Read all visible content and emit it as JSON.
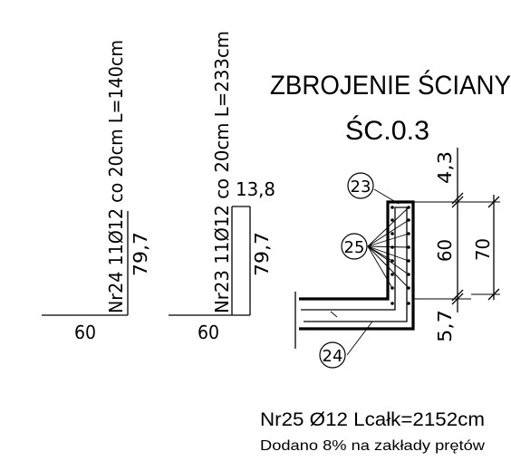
{
  "title": {
    "line1": "ZBROJENIE ŚCIANY",
    "line2": "ŚC.0.3"
  },
  "bars": {
    "nr24": {
      "spec": "Nr24 11Ø12 co 20cm L=140cm",
      "vertical_length": "79,7",
      "horizontal_length": "60"
    },
    "nr23": {
      "spec": "Nr23 11Ø12 co 20cm L=233cm",
      "vertical_length": "79,7",
      "horizontal_length": "60",
      "hook_length": "13,8"
    }
  },
  "section": {
    "dims": {
      "top": "4,3",
      "middle": "60",
      "bottom": "5,7",
      "overall": "70"
    },
    "markers": {
      "m23": "23",
      "m25": "25",
      "m24": "24"
    }
  },
  "notes": {
    "line1": "Nr25 Ø12 Lcałk=2152cm",
    "line2": "Dodano 8% na zakłady prętów"
  }
}
